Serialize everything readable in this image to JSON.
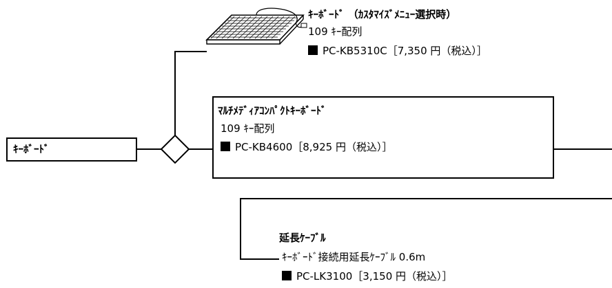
{
  "root": {
    "label": "ｷｰﾎﾞｰﾄﾞ"
  },
  "option_custom": {
    "title": "ｷｰﾎﾞｰﾄﾞ （ｶｽﾀﾏｲｽﾞﾒﾆｭｰ選択時）",
    "spec": "109 ｷｰ配列",
    "part": "PC-KB5310C［7,350 円（税込）］"
  },
  "option_multimedia": {
    "title": "ﾏﾙﾁﾒﾃﾞｨｱｺﾝﾊﾟｸﾄｷｰﾎﾞｰﾄﾞ",
    "spec": "109 ｷｰ配列",
    "part": "PC-KB4600［8,925 円（税込）］"
  },
  "option_extension": {
    "title": "延長ｹｰﾌﾞﾙ",
    "spec": "ｷｰﾎﾞｰﾄﾞ接続用延長ｹｰﾌﾞﾙ 0.6m",
    "part": "PC-LK3100［3,150 円（税込）］"
  }
}
